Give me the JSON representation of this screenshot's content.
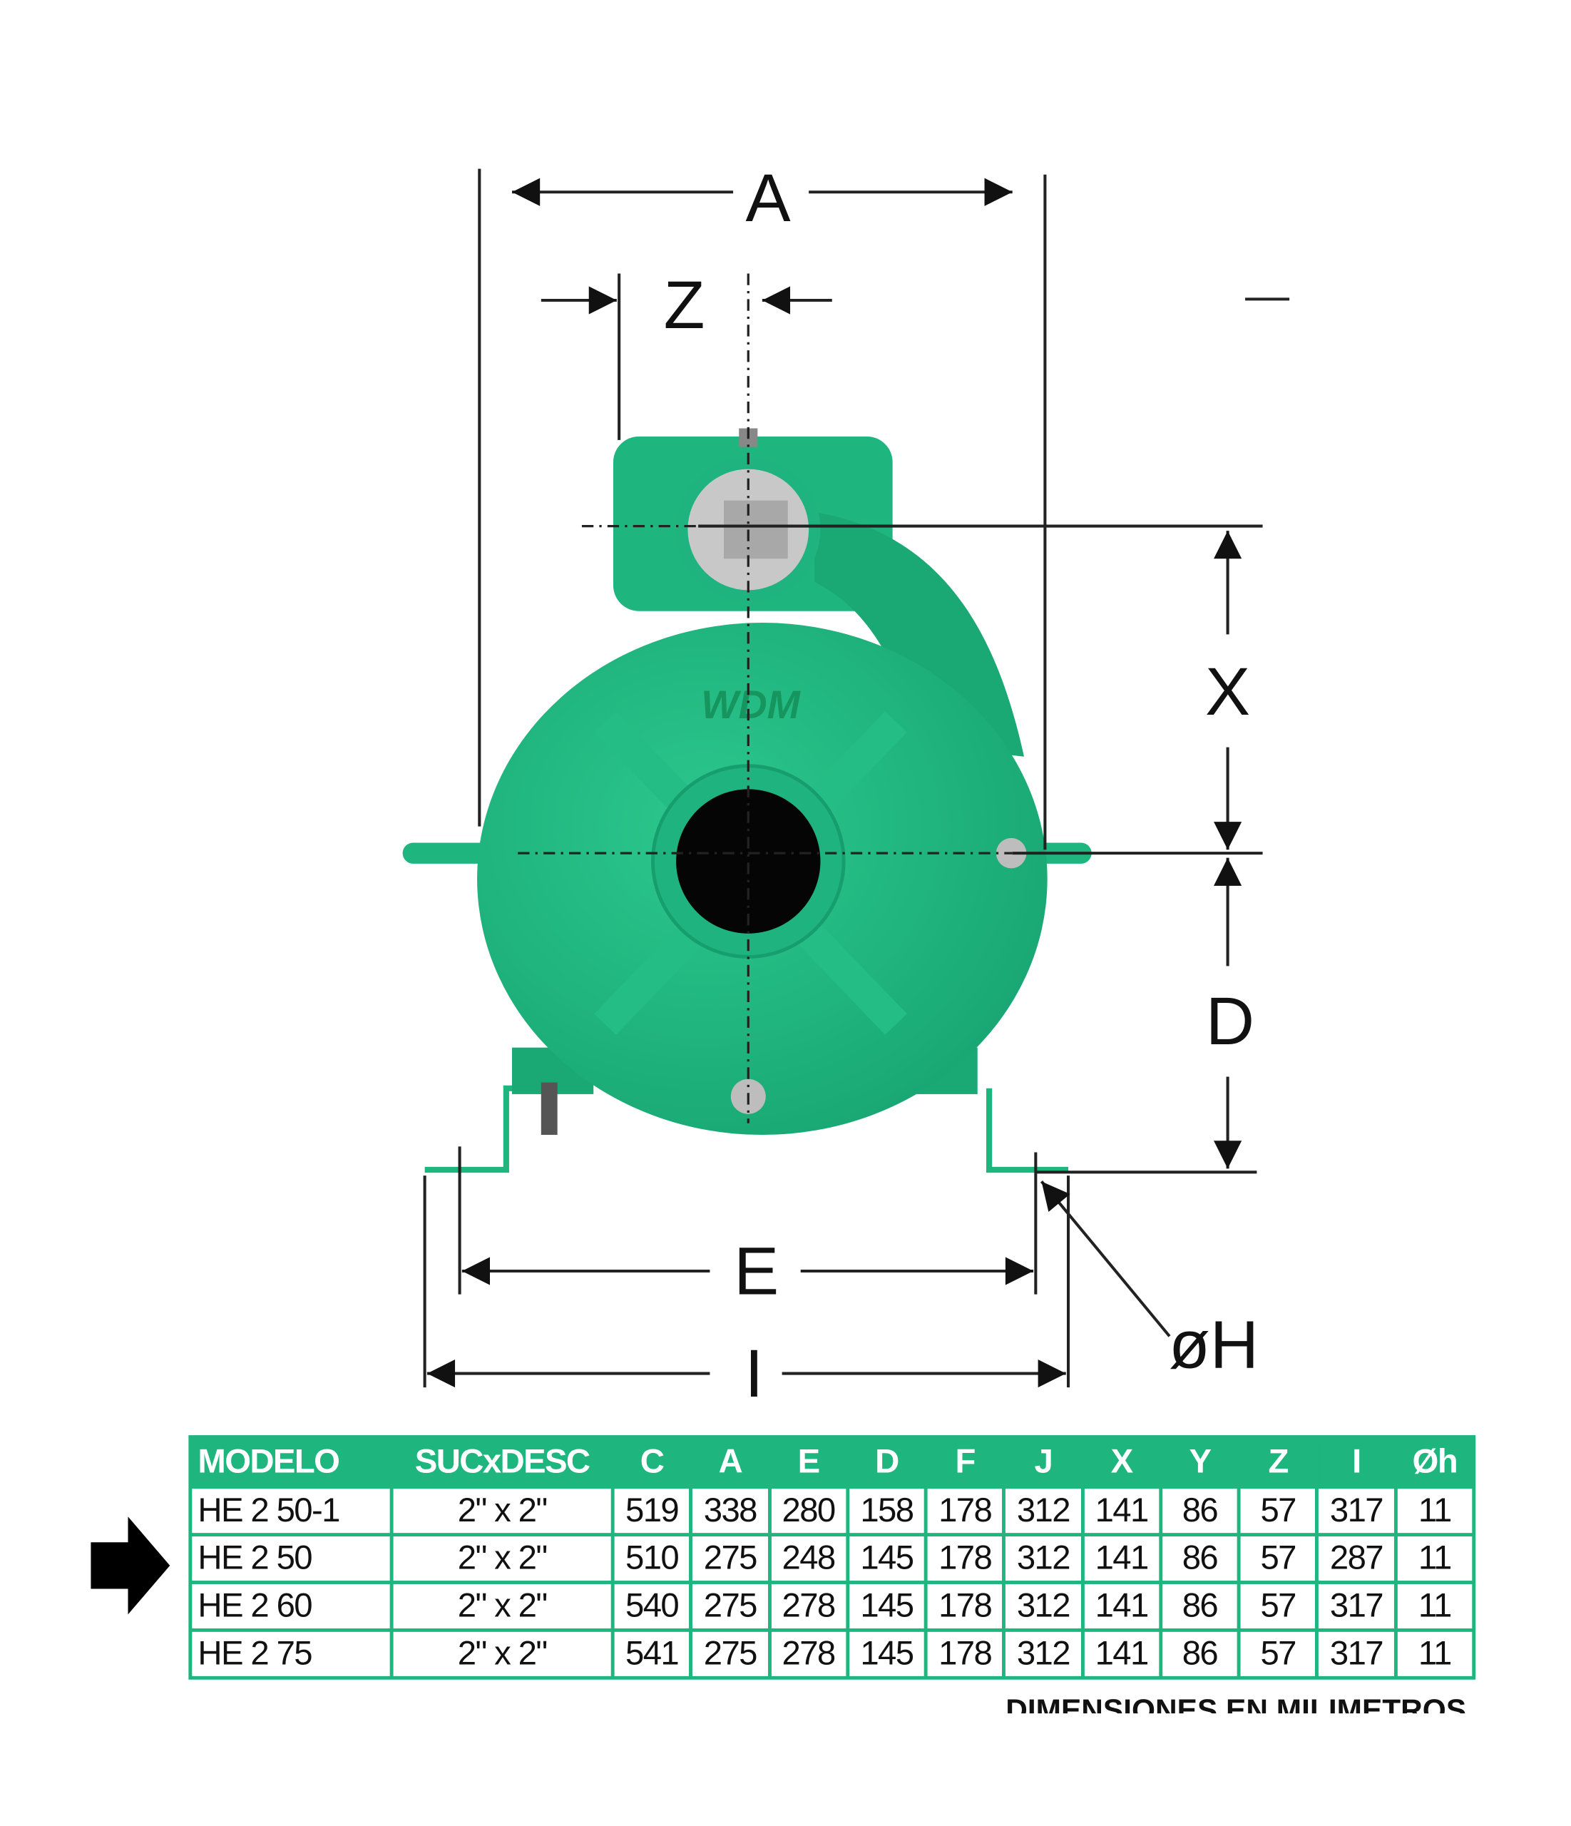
{
  "diagram": {
    "dimension_labels": {
      "A": "A",
      "Z": "Z",
      "X": "X",
      "D": "D",
      "E": "E",
      "I": "I",
      "H": "øH"
    },
    "brand_mark": "WDM",
    "pump_color": "#1eb57f"
  },
  "table": {
    "headers": [
      "MODELO",
      "SUCxDESC",
      "C",
      "A",
      "E",
      "D",
      "F",
      "J",
      "X",
      "Y",
      "Z",
      "I",
      "Øh"
    ],
    "rows": [
      [
        "HE 2 50-1",
        "2\" x 2\"",
        "519",
        "338",
        "280",
        "158",
        "178",
        "312",
        "141",
        "86",
        "57",
        "317",
        "11"
      ],
      [
        "HE 2 50",
        "2\" x 2\"",
        "510",
        "275",
        "248",
        "145",
        "178",
        "312",
        "141",
        "86",
        "57",
        "287",
        "11"
      ],
      [
        "HE 2 60",
        "2\" x 2\"",
        "540",
        "275",
        "278",
        "145",
        "178",
        "312",
        "141",
        "86",
        "57",
        "317",
        "11"
      ],
      [
        "HE 2 75",
        "2\" x 2\"",
        "541",
        "275",
        "278",
        "145",
        "178",
        "312",
        "141",
        "86",
        "57",
        "317",
        "11"
      ]
    ],
    "highlighted_row": "HE 2 50",
    "header_color": "#1eb57f",
    "footer_note": "DIMENSIONES EN MILIMETROS"
  }
}
